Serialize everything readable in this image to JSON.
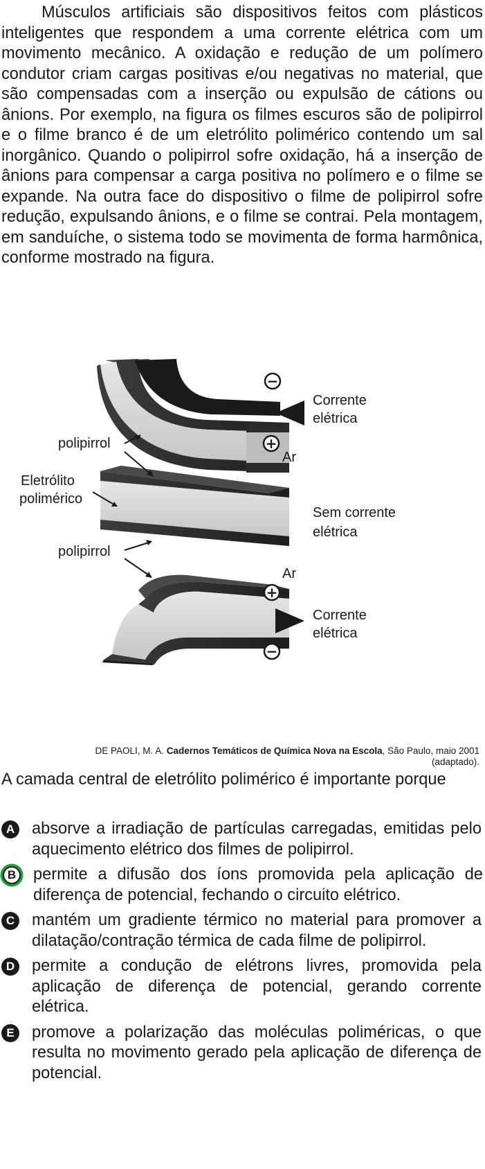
{
  "intro_text": "Músculos artificiais são dispositivos feitos com plásticos inteligentes que respondem a uma corrente elétrica com um movimento mecânico. A oxidação e redução de um polímero condutor criam cargas positivas e/ou negativas no material, que são compensadas com a inserção ou expulsão de cátions ou ânions. Por exemplo, na figura os filmes escuros são de polipirrol e o filme branco é de um eletrólito polimérico contendo um sal inorgânico. Quando o polipirrol sofre oxidação, há a inserção de ânions para compensar a carga positiva no polímero e o filme se expande. Na outra face do dispositivo o filme de polipirrol sofre redução, expulsando ânions, e o filme se contrai. Pela montagem, em sanduíche, o sistema todo se movimenta de forma harmônica, conforme mostrado na figura.",
  "figure": {
    "label_polipirrol_top": "polipirrol",
    "label_eletrolito_1": "Eletrólito",
    "label_eletrolito_2": "polimérico",
    "label_polipirrol_bottom": "polipirrol",
    "top_state_1": "Corrente",
    "top_state_2": "elétrica",
    "top_ar": "Ar",
    "mid_state_1": "Sem corrente",
    "mid_state_2": "elétrica",
    "bottom_ar": "Ar",
    "bottom_state_1": "Corrente",
    "bottom_state_2": "elétrica",
    "minus_sign": "−",
    "plus_sign": "+"
  },
  "source": {
    "author": "DE PAOLI, M. A. ",
    "work": "Cadernos Temáticos de Química Nova na Escola",
    "rest": ", São Paulo, maio 2001 (adaptado)."
  },
  "question_stem": "A camada central de eletrólito polimérico é importante porque",
  "options": [
    {
      "letter": "A",
      "text": "absorve a irradiação de partículas carregadas, emitidas pelo aquecimento elétrico dos filmes de polipirrol."
    },
    {
      "letter": "B",
      "text": "permite a difusão dos íons promovida pela aplicação de diferença de potencial, fechando o circuito elétrico."
    },
    {
      "letter": "C",
      "text": "mantém um gradiente térmico no material para promover a dilatação/contração térmica de cada filme de polipirrol."
    },
    {
      "letter": "D",
      "text": "permite a condução de elétrons livres, promovida pela aplicação de diferença de potencial, gerando corrente elétrica."
    },
    {
      "letter": "E",
      "text": "promove a polarização das moléculas poliméricas, o que resulta no movimento gerado pela aplicação de diferença de potencial."
    }
  ],
  "correct_option": "B",
  "colors": {
    "dark_film": "#2e2e2e",
    "dark_film_top": "#4a4a4a",
    "electrolyte": "#cfcfcf",
    "electrolyte_light": "#e9e9e9",
    "correct_ring": "#1aa33a"
  }
}
